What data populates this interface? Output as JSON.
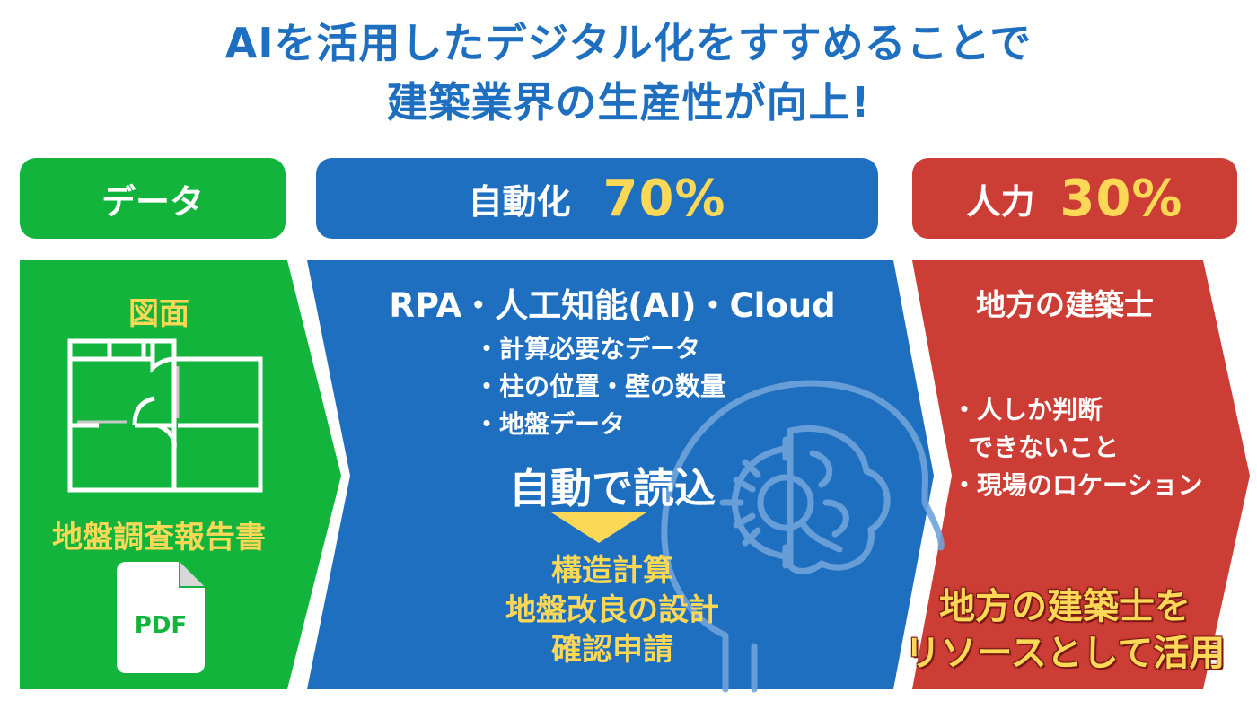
{
  "title": {
    "line1": "AIを活用したデジタル化をすすめることで",
    "line2": "建築業界の生産性が向上!"
  },
  "headers": {
    "data": "データ",
    "automation": "自動化",
    "automation_percent": "70%",
    "human": "人力",
    "human_percent": "30%"
  },
  "data_column": {
    "drawing_label": "図面",
    "report_label": "地盤調査報告書",
    "pdf_label": "PDF"
  },
  "automation_column": {
    "tech": "RPA・人工知能(AI)・Cloud",
    "items": [
      "・計算必要なデータ",
      "・柱の位置・壁の数量",
      "・地盤データ"
    ],
    "auto_read": "自動で読込",
    "results": [
      "構造計算",
      "地盤改良の設計",
      "確認申請"
    ]
  },
  "human_column": {
    "title": "地方の建築士",
    "items": [
      "・人しか判断",
      "できないこと",
      "・現場のロケーション"
    ],
    "callout": [
      "地方の建築士を",
      "リソースとして活用"
    ]
  },
  "colors": {
    "green": "#12b43c",
    "blue": "#1f6fc0",
    "red": "#cc3d35",
    "yellow": "#fcd856",
    "white": "#ffffff"
  },
  "icons": {
    "floorplan": "floor-plan-icon",
    "pdf": "pdf-file-icon",
    "ai": "ai-head-brain-gear-icon",
    "down_arrow": "down-triangle-icon"
  }
}
